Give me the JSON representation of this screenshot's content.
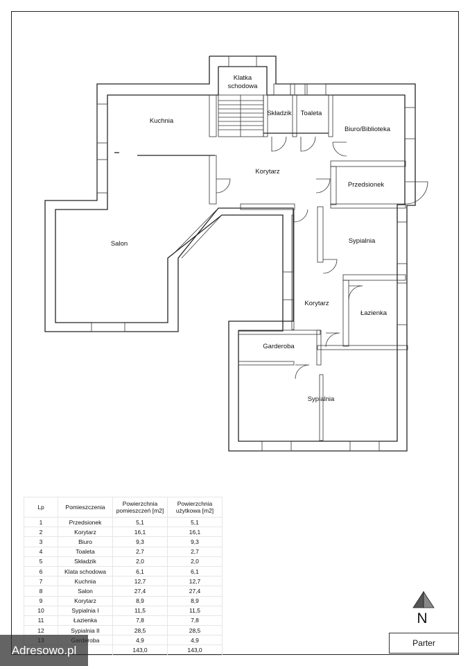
{
  "rooms": {
    "kuchnia": "Kuchnia",
    "klatka_line1": "Klatka",
    "klatka_line2": "schodowa",
    "skladzik": "Składzik",
    "toaleta": "Toaleta",
    "biuro": "Biuro/Biblioteka",
    "korytarz_main": "Korytarz",
    "przedsionek": "Przedsionek",
    "salon": "Salon",
    "sypialnia_upper": "Sypialnia",
    "korytarz_lower": "Korytarz",
    "lazienka": "Łazienka",
    "garderoba": "Garderoba",
    "sypialnia_lower": "Sypialnia"
  },
  "table": {
    "headers": [
      "Lp",
      "Pomieszczenia",
      "Powierzchnia pomieszczeń [m2]",
      "Powierzchnia użytkowa [m2]"
    ],
    "rows": [
      [
        "1",
        "Przedsionek",
        "5,1",
        "5,1"
      ],
      [
        "2",
        "Korytarz",
        "16,1",
        "16,1"
      ],
      [
        "3",
        "Biuro",
        "9,3",
        "9,3"
      ],
      [
        "4",
        "Toaleta",
        "2,7",
        "2,7"
      ],
      [
        "5",
        "Składzik",
        "2,0",
        "2,0"
      ],
      [
        "6",
        "Klata schodowa",
        "6,1",
        "6,1"
      ],
      [
        "7",
        "Kuchnia",
        "12,7",
        "12,7"
      ],
      [
        "8",
        "Salon",
        "27,4",
        "27,4"
      ],
      [
        "9",
        "Korytarz",
        "8,9",
        "8,9"
      ],
      [
        "10",
        "Sypialnia I",
        "11,5",
        "11,5"
      ],
      [
        "11",
        "Łazienka",
        "7,8",
        "7,8"
      ],
      [
        "12",
        "Sypialnia II",
        "28,5",
        "28,5"
      ],
      [
        "13",
        "Garderoba",
        "4,9",
        "4,9"
      ],
      [
        "",
        "",
        "143,0",
        "143,0"
      ]
    ]
  },
  "compass": {
    "letter": "N",
    "icon": "north-arrow-icon"
  },
  "sheet_name": "Parter",
  "watermark": "Adresowo.pl"
}
